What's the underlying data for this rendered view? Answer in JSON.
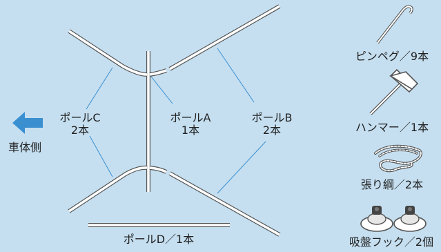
{
  "diagram": {
    "vehicle_side_label": "車体側",
    "poles": {
      "a": {
        "name": "ポールA",
        "count": "1本"
      },
      "b": {
        "name": "ポールB",
        "count": "2本"
      },
      "c": {
        "name": "ポールC",
        "count": "2本"
      },
      "d": {
        "label": "ポールD／1本"
      }
    }
  },
  "parts": [
    {
      "icon": "pin-peg-icon",
      "label": "ピンペグ／9本"
    },
    {
      "icon": "hammer-icon",
      "label": "ハンマー／1本"
    },
    {
      "icon": "guy-rope-icon",
      "label": "張り綱／2本"
    },
    {
      "icon": "suction-hook-icon",
      "label": "吸盤フック／2個"
    }
  ],
  "colors": {
    "background": "#c5dff0",
    "pole_outline": "#555555",
    "pole_fill": "#ffffff",
    "arrow": "#3a8fd0",
    "connector_line": "#3a8fd0"
  }
}
